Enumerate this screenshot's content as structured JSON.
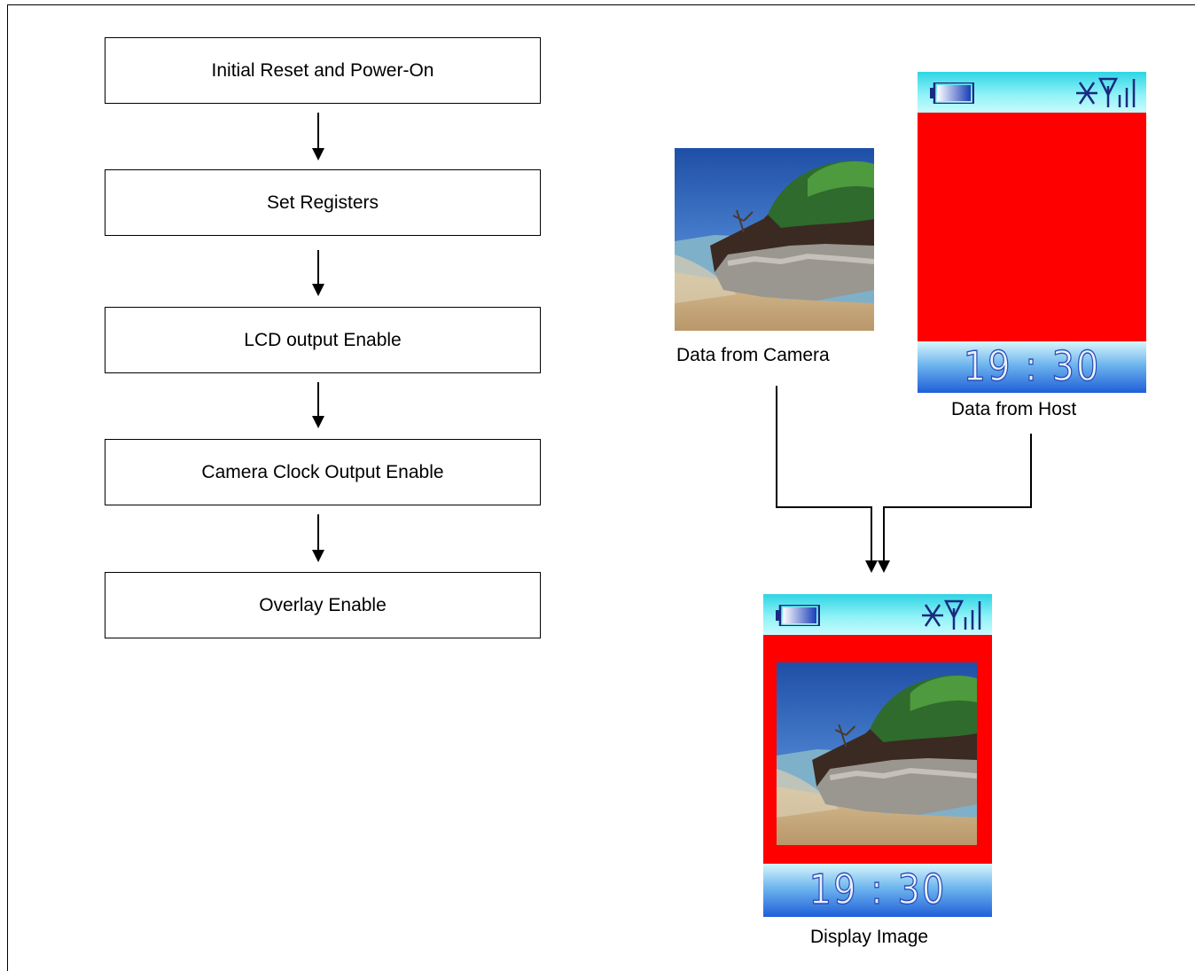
{
  "flowchart": {
    "steps": [
      "Initial Reset and Power-On",
      "Set Registers",
      "LCD output Enable",
      "Camera Clock Output Enable",
      "Overlay Enable"
    ]
  },
  "camera": {
    "label": "Data from Camera"
  },
  "host": {
    "label": "Data from Host",
    "clock": "19 : 30",
    "overlay_color": "#ff0000"
  },
  "display": {
    "label": "Display Image",
    "clock": "19 : 30"
  },
  "icons": [
    "battery-icon",
    "bluetooth-icon",
    "signal-antenna-icon"
  ]
}
